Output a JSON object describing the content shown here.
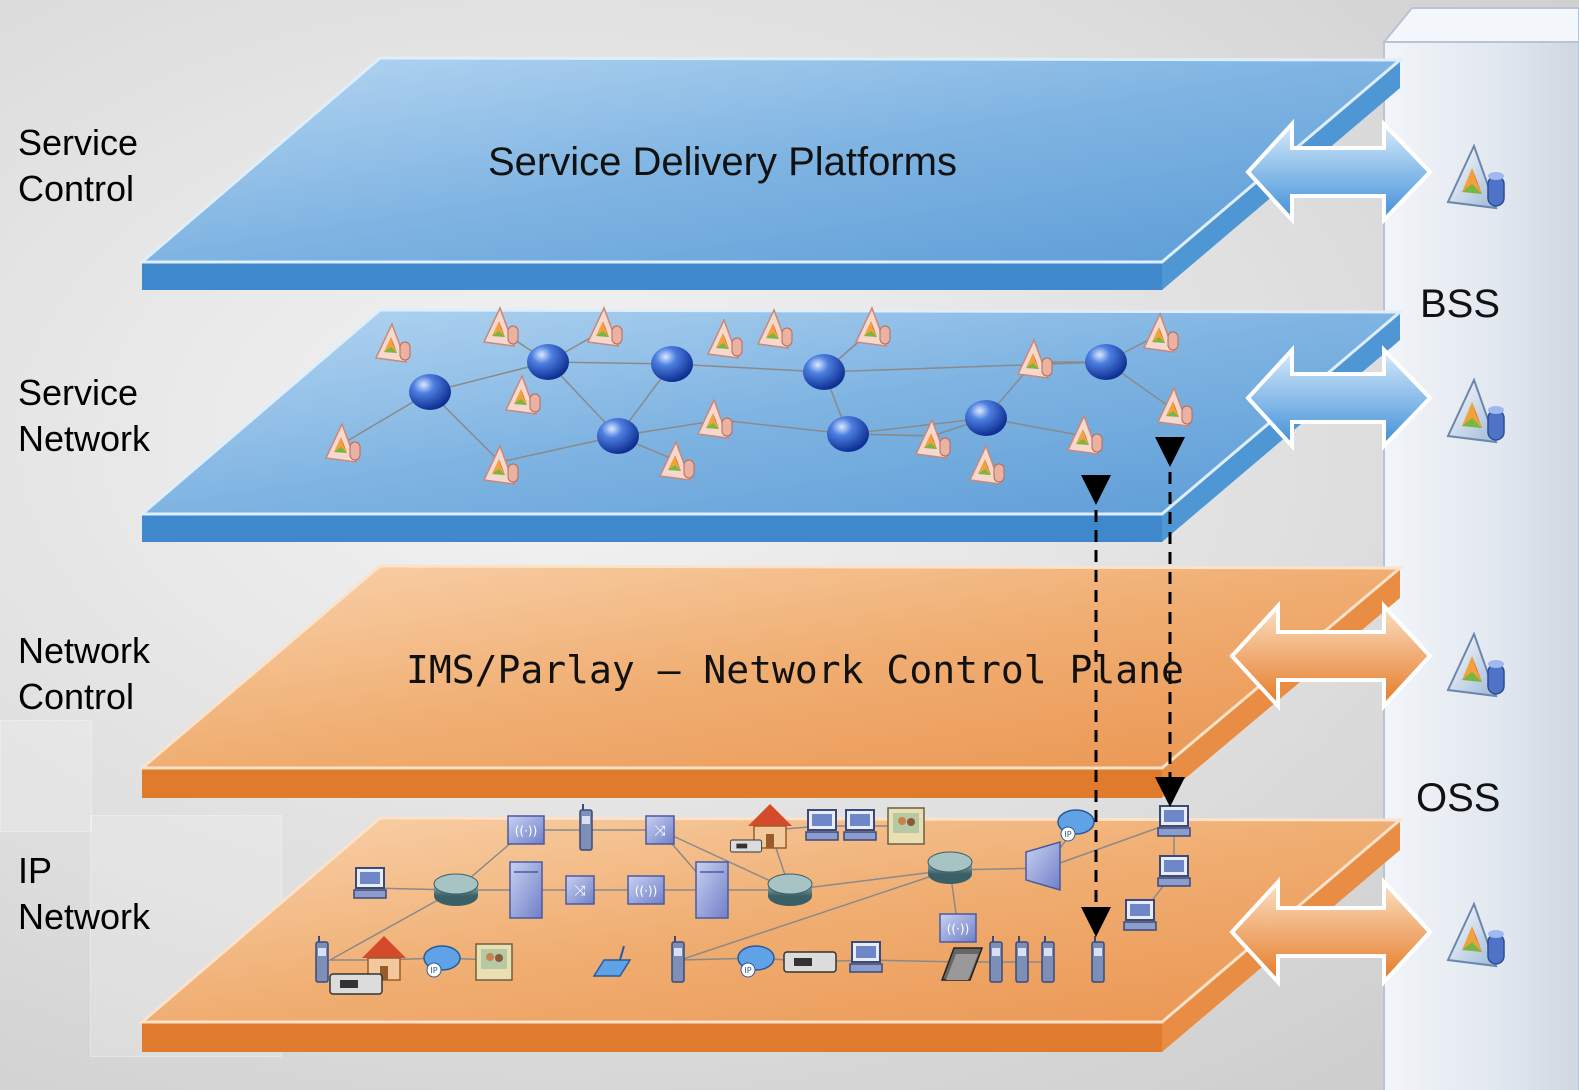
{
  "side_labels": {
    "service_control": "Service\nControl",
    "service_network": "Service\nNetwork",
    "network_control": "Network\nControl",
    "ip_network": "IP\nNetwork"
  },
  "layers": {
    "service_delivery": "Service Delivery Platforms",
    "network_control_plane": "IMS/Parlay – Network Control Plane"
  },
  "column": {
    "bss": "BSS",
    "oss": "OSS"
  },
  "colors": {
    "blue_top": "#9cc6ea",
    "blue_mid": "#6ea9dc",
    "blue_edge": "#3f88cc",
    "orange_top": "#f7c79a",
    "orange_mid": "#eea464",
    "orange_edge": "#e07a2c",
    "column": "#e3e9f1"
  },
  "icons": [
    "management-agent-icon",
    "network-node-icon",
    "pc-icon",
    "router-icon",
    "server-icon",
    "switch-icon",
    "mobile-phone-icon",
    "ip-phone-icon",
    "home-icon",
    "videophone-icon",
    "wireless-ap-icon",
    "set-top-box-icon",
    "laptop-icon"
  ]
}
